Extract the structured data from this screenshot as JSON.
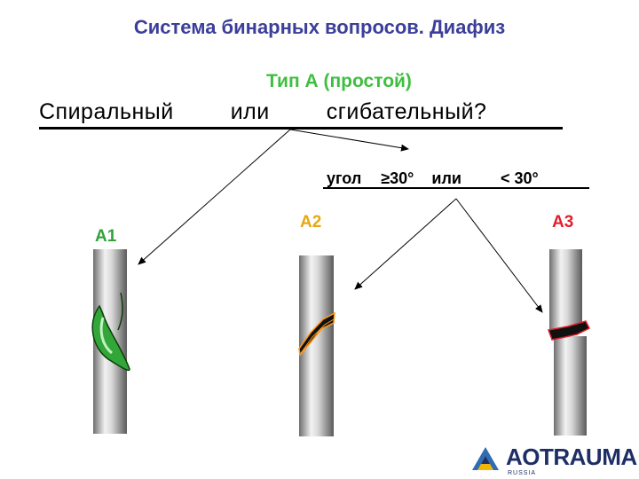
{
  "title": "Система бинарных вопросов. Диафиз",
  "subtitle": "Тип А (простой)",
  "question": {
    "left": "Спиральный",
    "or": "или",
    "right": "сгибательный?"
  },
  "angle_question": {
    "word": "угол",
    "ge": "≥30°",
    "or": "или",
    "lt": "< 30°"
  },
  "labels": {
    "a1": "A1",
    "a2": "A2",
    "a3": "A3"
  },
  "logo": {
    "text": "AOTRAUMA",
    "sub": "RUSSIA"
  },
  "colors": {
    "title": "#3b3f99",
    "subtitle": "#3fbf3f",
    "a1": "#2fa33a",
    "a2": "#e8a712",
    "a3": "#e2202b",
    "logo": "#1d2f66"
  }
}
